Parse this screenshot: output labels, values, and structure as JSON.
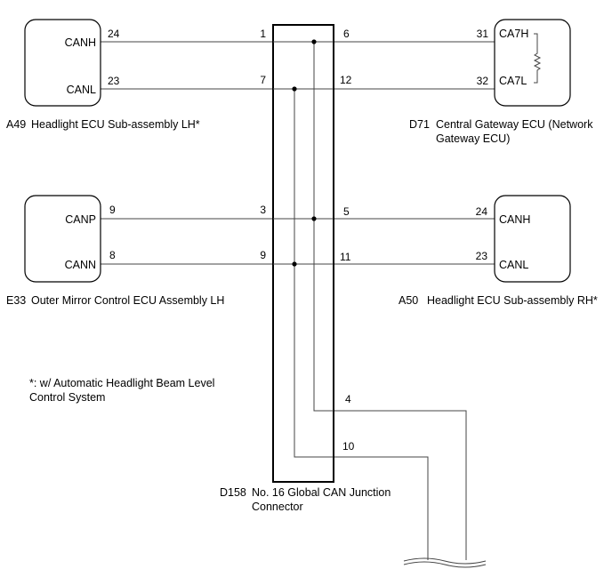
{
  "ecus": {
    "a49": {
      "code": "A49",
      "name": "Headlight ECU Sub-assembly LH*",
      "terminals": [
        {
          "label": "CANH",
          "pin": "24"
        },
        {
          "label": "CANL",
          "pin": "23"
        }
      ]
    },
    "d71": {
      "code": "D71",
      "name_line1": "Central Gateway ECU (Network",
      "name_line2": "Gateway ECU)",
      "terminals": [
        {
          "label": "CA7H",
          "pin": "31"
        },
        {
          "label": "CA7L",
          "pin": "32"
        }
      ]
    },
    "e33": {
      "code": "E33",
      "name": "Outer Mirror Control ECU Assembly LH",
      "terminals": [
        {
          "label": "CANP",
          "pin": "9"
        },
        {
          "label": "CANN",
          "pin": "8"
        }
      ]
    },
    "a50": {
      "code": "A50",
      "name": "Headlight ECU Sub-assembly RH*",
      "terminals": [
        {
          "label": "CANH",
          "pin": "24"
        },
        {
          "label": "CANL",
          "pin": "23"
        }
      ]
    }
  },
  "junction": {
    "code": "D158",
    "name_line1": "No. 16 Global CAN Junction",
    "name_line2": "Connector",
    "pins": {
      "p1": "1",
      "p7": "7",
      "p3": "3",
      "p9": "9",
      "p6": "6",
      "p12": "12",
      "p5": "5",
      "p11": "11",
      "p4": "4",
      "p10": "10"
    }
  },
  "note": {
    "line1": "*: w/ Automatic Headlight Beam Level",
    "line2": "Control System"
  },
  "icons": {
    "resistor": "termination-resistor-icon",
    "break": "wire-break-icon"
  }
}
